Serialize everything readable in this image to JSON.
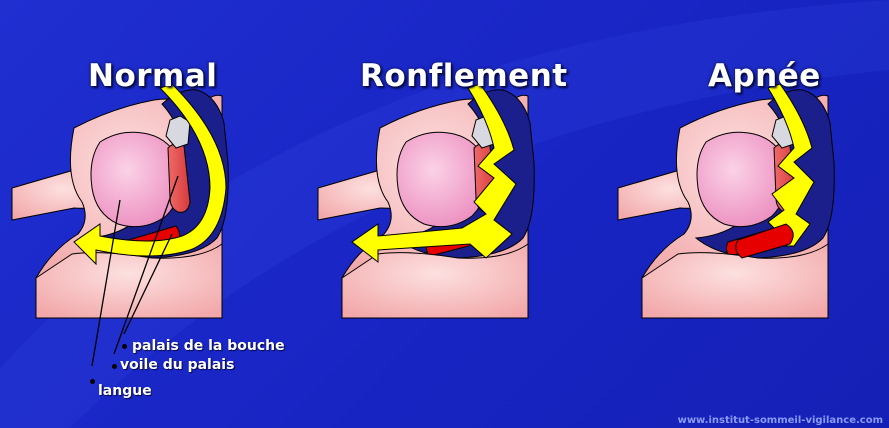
{
  "panels": [
    {
      "title": "Normal"
    },
    {
      "title": "Ronflement"
    },
    {
      "title": "Apnée"
    }
  ],
  "legend": {
    "palate": "palais de la bouche",
    "velum": "voile du palais",
    "tongue": "langue"
  },
  "website": "www.institut-sommeil-vigilance.com",
  "colors": {
    "background": "#1a26c6",
    "skin": "#f4b0b0",
    "airway": "#1a1f8c",
    "tongue": "#f19ac8",
    "velum": "#e84848",
    "tooth": "#d8d8e0",
    "palate_block": "#e60000",
    "airflow": "#ffff00"
  },
  "icons": [
    "airflow-arrow-icon",
    "tongue-shape",
    "tooth-shape"
  ]
}
